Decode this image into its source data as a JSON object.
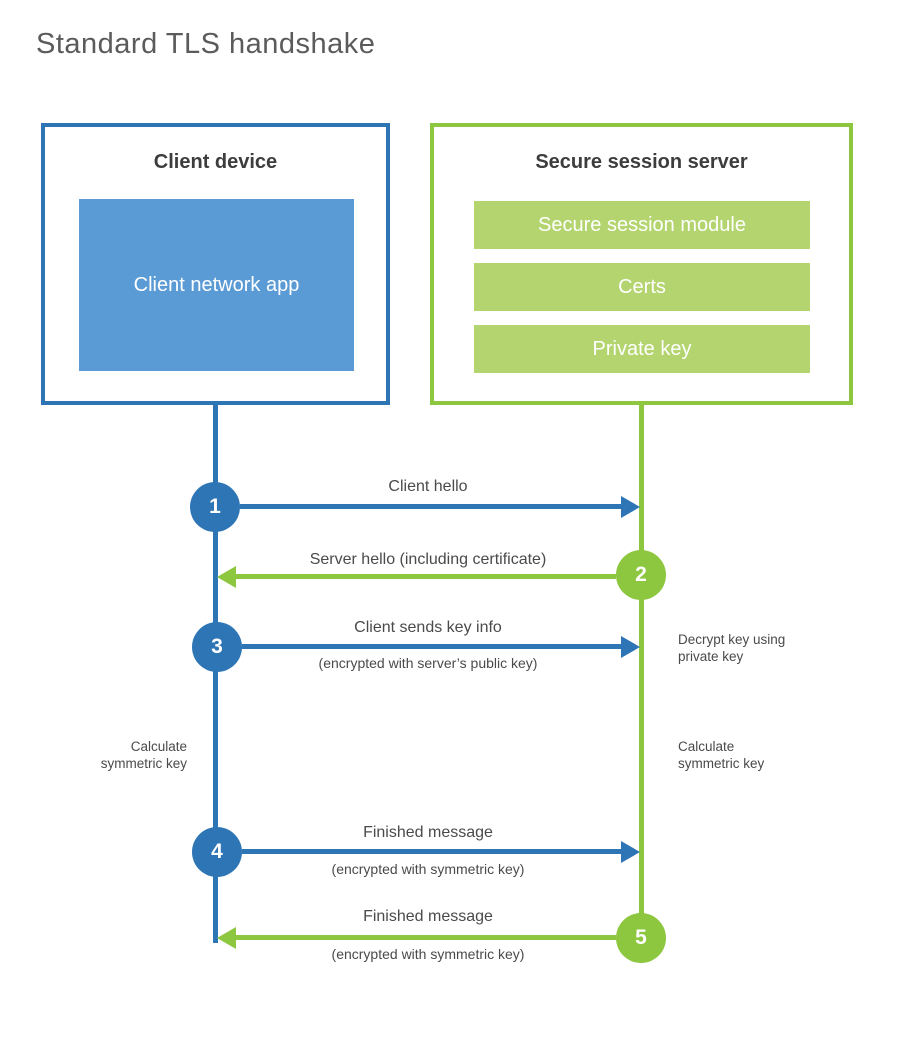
{
  "title": "Standard TLS handshake",
  "colors": {
    "blue": "#2e75b6",
    "light_blue": "#5b9bd5",
    "green": "#8dc63f",
    "light_green": "#b3d46e",
    "text_dark": "#3d3d3d",
    "text_gray": "#5b5b5b",
    "label": "#4a4a4a"
  },
  "client": {
    "header": "Client device",
    "module": "Client network app"
  },
  "server": {
    "header": "Secure session server",
    "modules": [
      "Secure session module",
      "Certs",
      "Private key"
    ]
  },
  "steps": [
    {
      "num": "1",
      "label": "Client hello"
    },
    {
      "num": "2",
      "label": "Server hello (including certificate)"
    },
    {
      "num": "3",
      "label": "Client sends key info",
      "sublabel": "(encrypted with server’s public key)"
    },
    {
      "num": "4",
      "label": "Finished message",
      "sublabel": "(encrypted with symmetric key)"
    },
    {
      "num": "5",
      "label": "Finished message",
      "sublabel": "(encrypted with symmetric key)"
    }
  ],
  "notes": {
    "decrypt": "Decrypt key using\nprivate key",
    "calculate_left": "Calculate\nsymmetric key",
    "calculate_right": "Calculate\nsymmetric key"
  }
}
